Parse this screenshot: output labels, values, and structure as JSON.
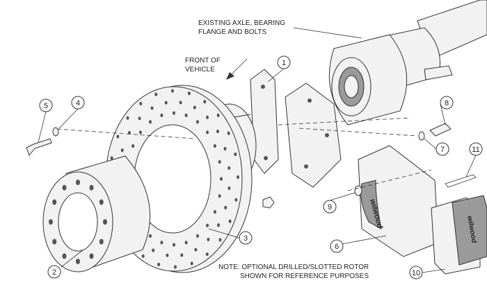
{
  "annotations": {
    "axle_line1": "EXISTING AXLE, BEARING",
    "axle_line2": "FLANGE AND BOLTS",
    "front_line1": "FRONT OF",
    "front_line2": "VEHICLE",
    "note_line1": "NOTE: OPTIONAL DRILLED/SLOTTED ROTOR",
    "note_line2": "SHOWN FOR REFERENCE PURPOSES"
  },
  "callouts": [
    "1",
    "2",
    "3",
    "4",
    "5",
    "6",
    "7",
    "8",
    "9",
    "10",
    "11"
  ],
  "logos": {
    "caliper": "wilwood",
    "pad": "wilwood"
  },
  "colors": {
    "line": "#333333",
    "part_fill": "#f2f2f2",
    "shade": "#9a9a9a"
  }
}
